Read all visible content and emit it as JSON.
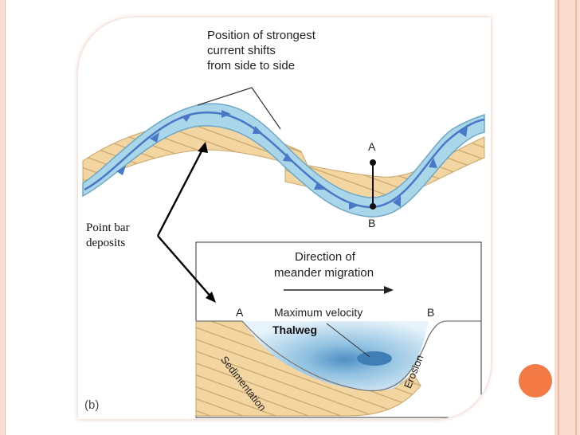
{
  "colors": {
    "slide_background": "#ffffff",
    "border_light": "#f8ddd0",
    "border_accent": "#efb8a1",
    "water": "#a9d6e8",
    "water_edge": "#6fa8c9",
    "current_arrow": "#4a78c8",
    "sediment": "#f2d5a0",
    "sediment_lines": "#c9a56a",
    "orange_dot": "#f47a45"
  },
  "diagram": {
    "top_caption": [
      "Position of strongest",
      "current shifts",
      "from side to side"
    ],
    "point_a_label": "A",
    "point_b_label": "B",
    "point_bar_label": [
      "Point bar",
      "deposits"
    ],
    "cross_section": {
      "direction_title": [
        "Direction of",
        "meander migration"
      ],
      "label_a": "A",
      "label_b": "B",
      "max_velocity_label": "Maximum velocity",
      "thalweg_label": "Thalweg",
      "sedimentation_label": "Sedimentation",
      "erosion_label": "Erosion"
    },
    "panel_label": "(b)"
  }
}
